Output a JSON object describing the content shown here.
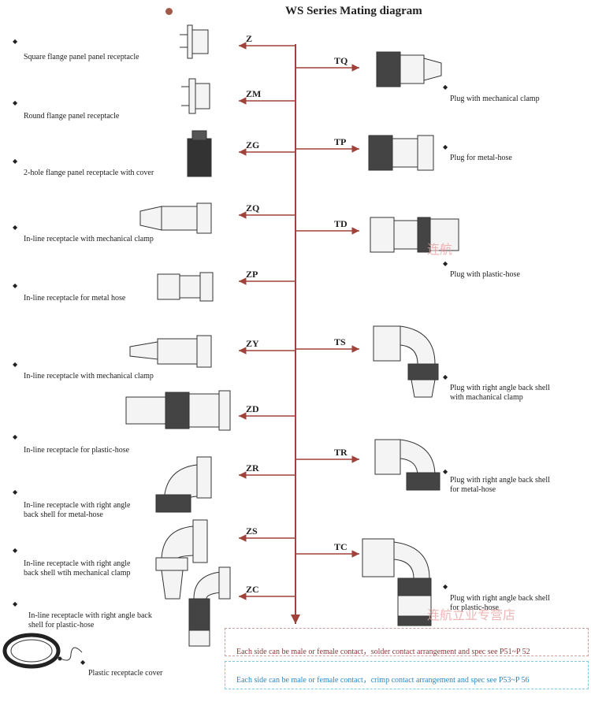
{
  "title": "WS  Series Mating diagram",
  "left_items": [
    {
      "code": "Z",
      "lines": [
        "Square flange panel panel receptacle"
      ]
    },
    {
      "code": "ZM",
      "lines": [
        "Round flange panel receptacle"
      ]
    },
    {
      "code": "ZG",
      "lines": [
        "2-hole flange panel receptacle with cover"
      ]
    },
    {
      "code": "ZQ",
      "lines": [
        "In-line receptacle with mechanical clamp"
      ]
    },
    {
      "code": "ZP",
      "lines": [
        "In-line receptacle for metal hose"
      ]
    },
    {
      "code": "ZY",
      "lines": [
        "In-line receptacle with mechanical clamp"
      ]
    },
    {
      "code": "ZD",
      "lines": [
        "In-line receptacle for plastic-hose"
      ]
    },
    {
      "code": "ZR",
      "lines": [
        "In-line receptacle with right angle",
        "back shell for metal-hose"
      ]
    },
    {
      "code": "ZS",
      "lines": [
        "In-line receptacle with right angle",
        "back shell wtih mechanical clamp"
      ]
    },
    {
      "code": "ZC",
      "lines": [
        "In-line receptacle with right angle back",
        "shell for plastic-hose"
      ]
    }
  ],
  "right_items": [
    {
      "code": "TQ",
      "lines": [
        "Plug with mechanical clamp"
      ]
    },
    {
      "code": "TP",
      "lines": [
        "Plug for metal-hose"
      ]
    },
    {
      "code": "TD",
      "lines": [
        "Plug with plastic-hose"
      ]
    },
    {
      "code": "TS",
      "lines": [
        "Plug with right angle back shell",
        "with machanical clamp"
      ]
    },
    {
      "code": "TR",
      "lines": [
        "Plug with right angle back shell",
        "for metal-hose"
      ]
    },
    {
      "code": "TC",
      "lines": [
        "Plug with right angle back shell",
        "for plastic-hose"
      ]
    }
  ],
  "cover": {
    "label": "Plastic receptacle cover"
  },
  "notes": [
    "Each side can be male or female contact，solder contact arrangement and spec see  P51~P 52",
    "Each side can be male or female contact，crimp contact arrangement and spec see  P53~P 56"
  ],
  "watermarks": [
    "连航",
    "连航立业专营店"
  ],
  "colors": {
    "arrow": "#a0413a",
    "text": "#222222",
    "note1": "#8a3a3a",
    "note2": "#2a88c8"
  }
}
